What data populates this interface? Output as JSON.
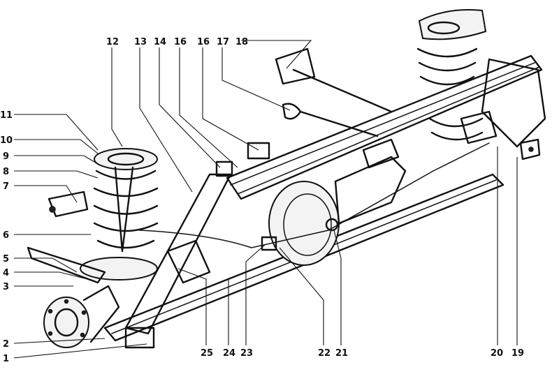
{
  "callouts": {
    "c1": "1",
    "c2": "2",
    "c3": "3",
    "c4": "4",
    "c5": "5",
    "c6": "6",
    "c7": "7",
    "c8": "8",
    "c9": "9",
    "c10": "10",
    "c11": "11",
    "c12": "12",
    "c13": "13",
    "c14": "14",
    "c15": "16",
    "c16": "16",
    "c17": "17",
    "c18": "18",
    "c19": "19",
    "c20": "20",
    "c21": "21",
    "c22": "22",
    "c23": "23",
    "c24": "24",
    "c25": "25"
  },
  "colors": {
    "ink": "#111111",
    "paper": "#ffffff"
  }
}
